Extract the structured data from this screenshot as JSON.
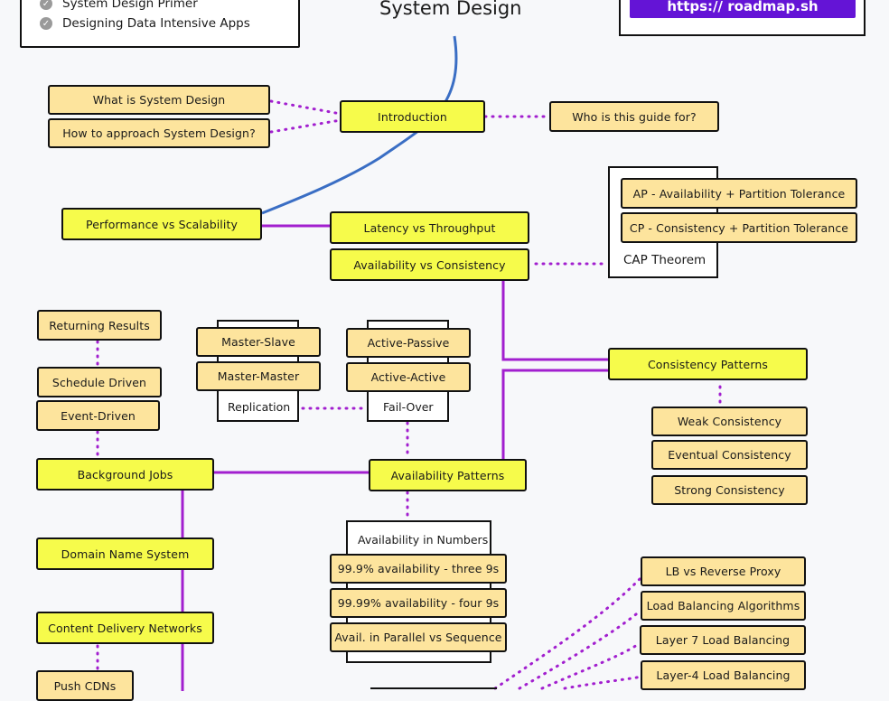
{
  "title": "System Design",
  "legend": {
    "items": [
      "System Design Primer",
      "Designing Data Intensive Apps"
    ]
  },
  "url": "https:// roadmap.sh",
  "nodes": {
    "what_is": "What is System Design",
    "how_to": "How to approach System Design?",
    "introduction": "Introduction",
    "who_for": "Who is this guide for?",
    "perf_scal": "Performance vs Scalability",
    "latency": "Latency vs Throughput",
    "avail_cons": "Availability vs Consistency",
    "ap": "AP - Availability + Partition Tolerance",
    "cp": "CP - Consistency + Partition Tolerance",
    "cap": "CAP Theorem",
    "returning": "Returning Results",
    "schedule": "Schedule Driven",
    "event": "Event-Driven",
    "bg_jobs": "Background Jobs",
    "master_slave": "Master-Slave",
    "master_master": "Master-Master",
    "replication": "Replication",
    "active_passive": "Active-Passive",
    "active_active": "Active-Active",
    "failover": "Fail-Over",
    "cons_patterns": "Consistency Patterns",
    "weak": "Weak Consistency",
    "eventual": "Eventual Consistency",
    "strong": "Strong Consistency",
    "avail_patterns": "Availability Patterns",
    "avail_numbers": "Availability in Numbers",
    "three9": "99.9% availability - three 9s",
    "four9": "99.99% availability - four 9s",
    "parallel": "Avail. in Parallel vs Sequence",
    "dns": "Domain Name System",
    "cdn": "Content Delivery Networks",
    "push_cdn": "Push CDNs",
    "lb_rp": "LB vs Reverse Proxy",
    "lb_algo": "Load Balancing Algorithms",
    "l7": "Layer 7 Load Balancing",
    "l4": "Layer-4 Load Balancing"
  },
  "colors": {
    "purple": "#a21fcf",
    "blue": "#3a6ec4",
    "yellow": "#f6fb4b",
    "tan": "#fde49d",
    "url_bg": "#6414d6"
  }
}
